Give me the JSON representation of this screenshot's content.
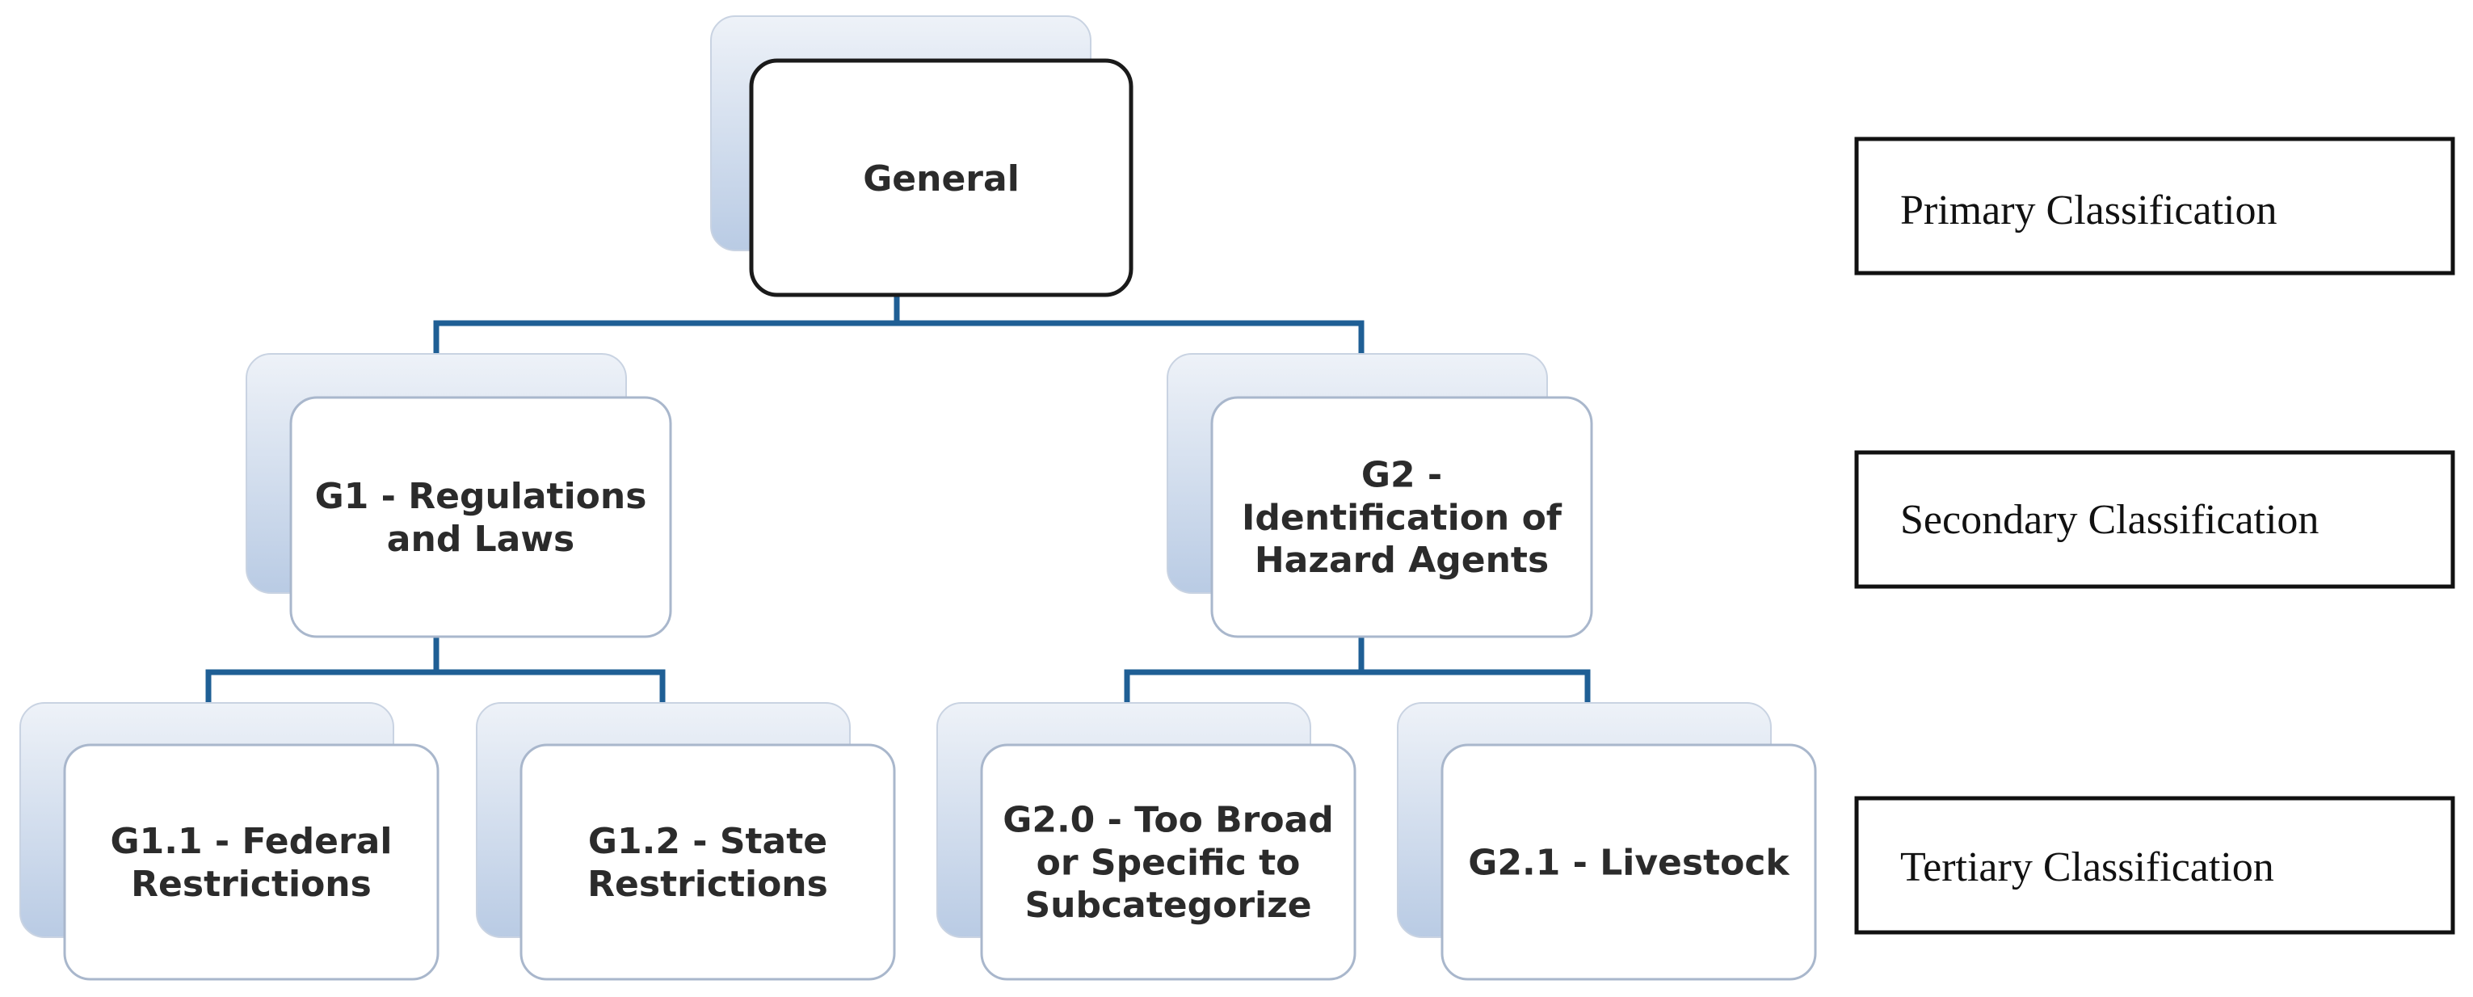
{
  "colors": {
    "connector": "#1f5f95",
    "shadow_fill": "#dfe6f1",
    "shadow_fill_dark": "#a9bfdd",
    "node_fill": "#ffffff",
    "node_border": "#a9b7cc",
    "root_border": "#1a1a1a",
    "label_border": "#111111"
  },
  "tree": {
    "root": {
      "lines": [
        "General"
      ]
    },
    "g1": {
      "lines": [
        "G1 - Regulations",
        "and Laws"
      ]
    },
    "g2": {
      "lines": [
        "G2 -",
        "Identification of",
        "Hazard Agents"
      ]
    },
    "g11": {
      "lines": [
        "G1.1 - Federal",
        "Restrictions"
      ]
    },
    "g12": {
      "lines": [
        "G1.2  - State",
        "Restrictions"
      ]
    },
    "g20": {
      "lines": [
        "G2.0 - Too Broad",
        "or Specific to",
        "Subcategorize"
      ]
    },
    "g21": {
      "lines": [
        "G2.1 - Livestock"
      ]
    }
  },
  "levels": {
    "primary": "Primary Classification",
    "secondary": "Secondary Classification",
    "tertiary": "Tertiary Classification"
  }
}
